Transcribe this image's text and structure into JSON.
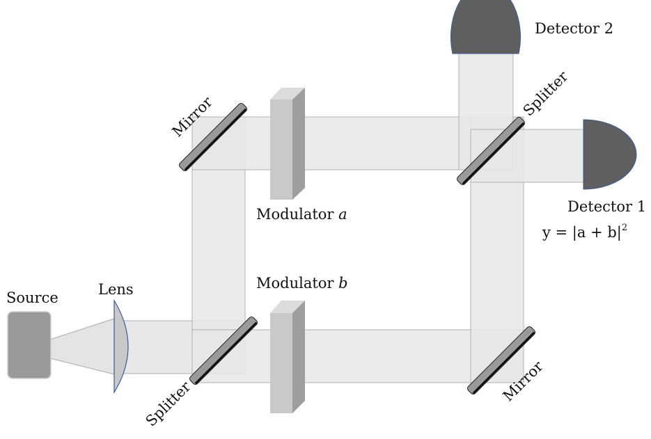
{
  "labels": {
    "source": "Source",
    "lens": "Lens",
    "splitter_bottom": "Splitter",
    "splitter_top": "Splitter",
    "mirror_top": "Mirror",
    "mirror_bottom": "Mirror",
    "modulator_a_prefix": "Modulator ",
    "modulator_a_var": "a",
    "modulator_b_prefix": "Modulator ",
    "modulator_b_var": "b",
    "detector_1": "Detector 1",
    "detector_2": "Detector 2",
    "formula_main": "y = |a + b|",
    "formula_exp": "2"
  },
  "colors": {
    "beam_fill": "#e8e8e8",
    "beam_stroke": "#a9a9a9",
    "component_dark": "#5f5f5f",
    "component_mid": "#9a9a9a",
    "component_light": "#c9c9c9",
    "lens_fill": "#c8c8c8",
    "lens_edge": "#3a5a9a"
  }
}
